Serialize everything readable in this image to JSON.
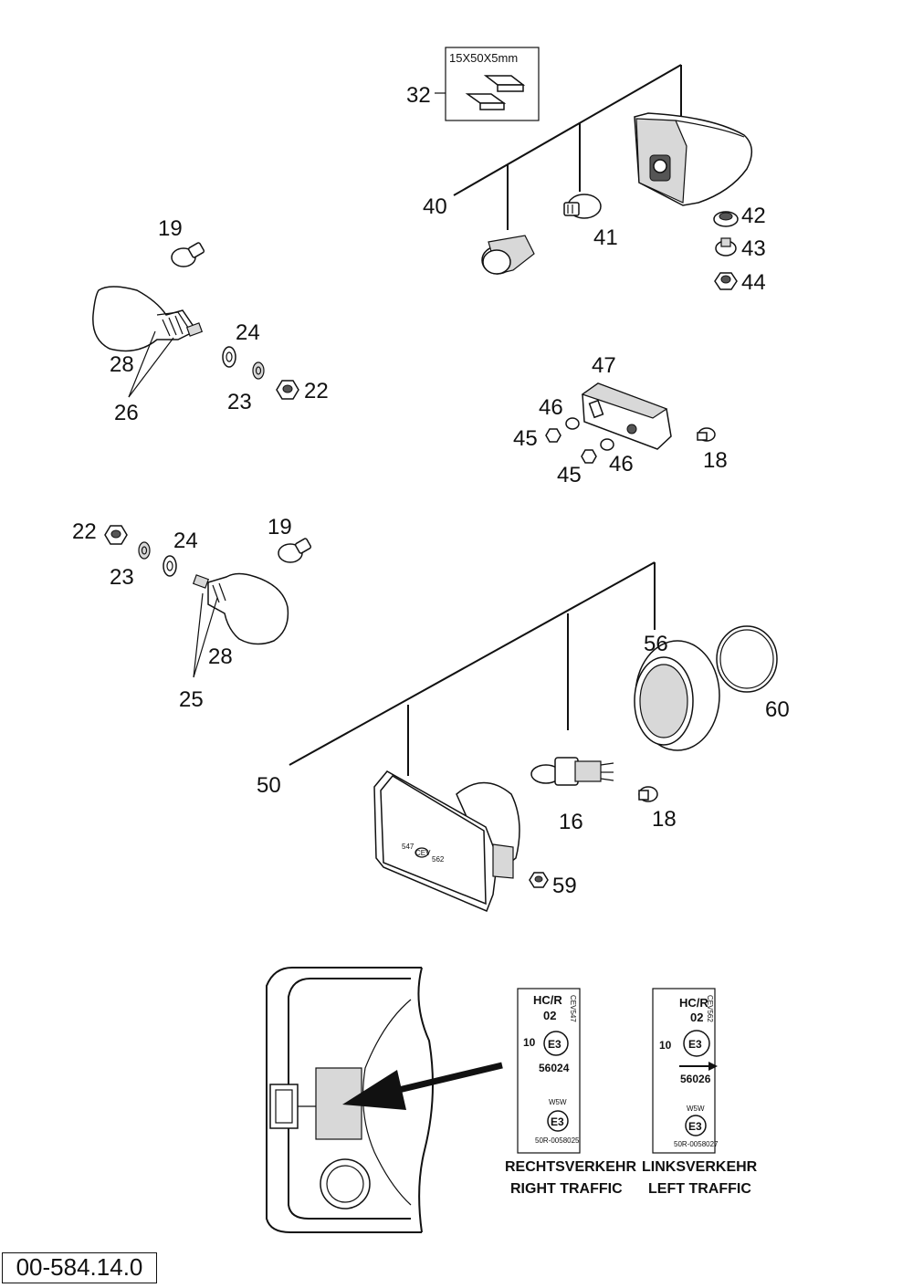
{
  "callouts": {
    "c32": "32",
    "c40": "40",
    "c41": "41",
    "c42": "42",
    "c43": "43",
    "c44": "44",
    "c19a": "19",
    "c24a": "24",
    "c28a": "28",
    "c22a": "22",
    "c23a": "23",
    "c26": "26",
    "c47": "47",
    "c46a": "46",
    "c45a": "45",
    "c18a": "18",
    "c45b": "45",
    "c46b": "46",
    "c22b": "22",
    "c19b": "19",
    "c24b": "24",
    "c23b": "23",
    "c28b": "28",
    "c25": "25",
    "c56": "56",
    "c60": "60",
    "c50": "50",
    "c16": "16",
    "c18b": "18",
    "c59": "59"
  },
  "foam_pad_size": "15X50X5mm",
  "plates": {
    "right": {
      "hcr": "HC/R",
      "num02": "02",
      "code": "CEV547",
      "ten": "10",
      "mark": "E3",
      "approval": "56024",
      "w5w": "W5W",
      "mark2": "E3",
      "small_code": "50R-0058025",
      "caption_de": "RECHTSVERKEHR",
      "caption_en": "RIGHT TRAFFIC"
    },
    "left": {
      "hcr": "HC/R",
      "num02": "02",
      "code": "CEV562",
      "ten": "10",
      "mark": "E3",
      "approval": "56026",
      "w5w": "W5W",
      "mark2": "E3",
      "small_code": "50R-0058027",
      "caption_de": "LINKSVERKEHR",
      "caption_en": "LEFT TRAFFIC"
    }
  },
  "headlight_marks": {
    "left": "547",
    "center": "CEV",
    "right": "562"
  },
  "document_number": "00-584.14.0"
}
